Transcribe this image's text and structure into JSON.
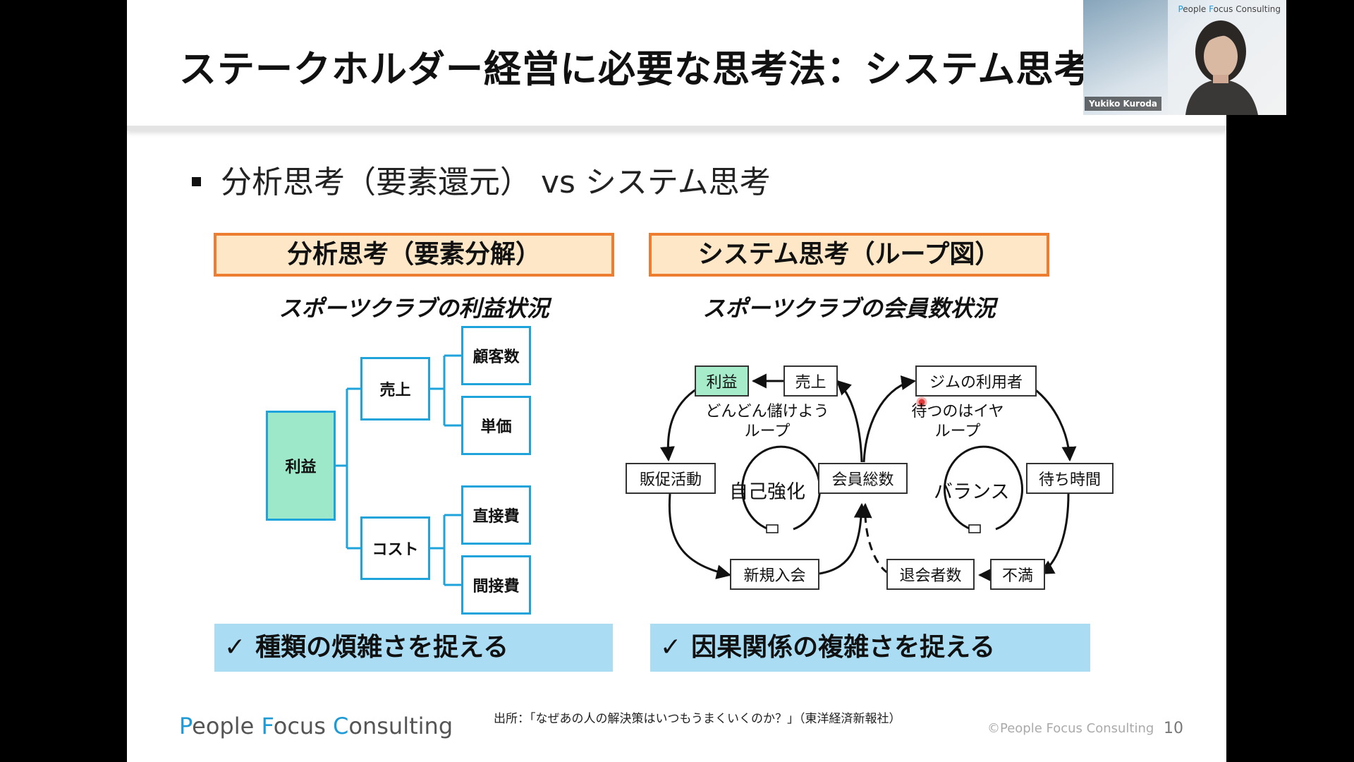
{
  "slide": {
    "title": "ステークホルダー経営に必要な思考法：システム思考",
    "bullet": "分析思考（要素還元） vs システム思考",
    "left": {
      "header": "分析思考（要素分解）",
      "subtitle": "スポーツクラブの利益状況",
      "tree": {
        "root": "利益",
        "mid": [
          "売上",
          "コスト"
        ],
        "leaves": [
          "顧客数",
          "単価",
          "直接費",
          "間接費"
        ]
      },
      "check": "種類の煩雑さを捉える"
    },
    "right": {
      "header": "システム思考（ループ図）",
      "subtitle": "スポーツクラブの会員数状況",
      "nodes": {
        "profit": "利益",
        "sales": "売上",
        "promo": "販促活動",
        "members": "会員総数",
        "new_members": "新規入会",
        "gym_users": "ジムの利用者",
        "wait_time": "待ち時間",
        "dissatisfaction": "不満",
        "withdrawals": "退会者数"
      },
      "loop1_label_line1": "どんどん儲けよう",
      "loop1_label_line2": "ループ",
      "loop1_center": "自己強化",
      "loop2_label_line1": "待つのはイヤ",
      "loop2_label_line2": "ループ",
      "loop2_center": "バランス",
      "check": "因果関係の複雑さを捉える"
    },
    "check_mark": "✓",
    "logo": {
      "p1": "P",
      "rest1": "eople ",
      "f": "F",
      "rest2": "ocus ",
      "c": "C",
      "rest3": "onsulting"
    },
    "source": "出所：「なぜあの人の解決策はいつもうまくいくのか？」（東洋経済新報社）",
    "copyright": "©People Focus Consulting",
    "page_number": "10"
  },
  "video": {
    "brand_p": "P",
    "brand_rest1": "eople ",
    "brand_f": "F",
    "brand_rest2": "ocus Consulting",
    "participant_name": "Yukiko Kuroda"
  },
  "colors": {
    "header_border": "#ed7d31",
    "header_fill": "#fde7c6",
    "tree_border": "#1ea3da",
    "tree_root_fill": "#9ce8c9",
    "check_fill": "#aadcf3",
    "logo_accent": "#1e9ad6"
  }
}
